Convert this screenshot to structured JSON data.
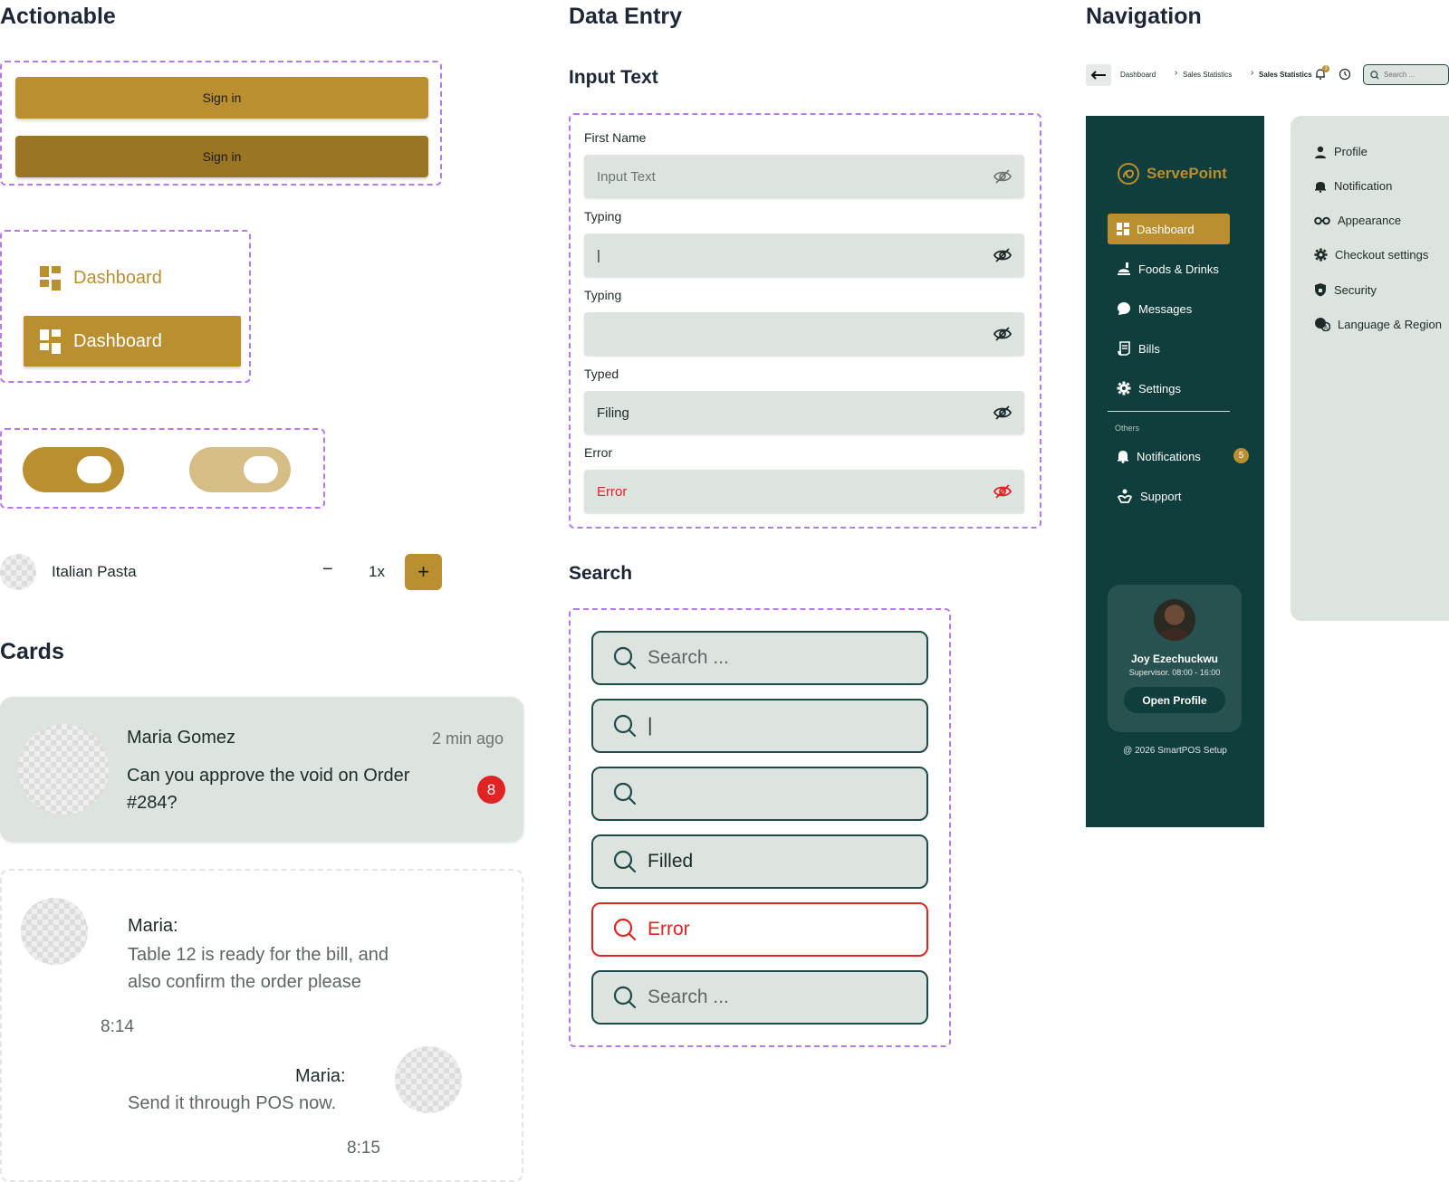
{
  "sections": {
    "actionable": "Actionable",
    "data_entry": "Data Entry",
    "navigation": "Navigation",
    "input_text": "Input Text",
    "search": "Search",
    "cards": "Cards"
  },
  "colors": {
    "gold": "#b98f2f",
    "gold_dark": "#9a7523",
    "gold_light": "#d6bd86",
    "teal_dark": "#0f3e3c",
    "field_bg": "#dde4e0",
    "error": "#e02424",
    "dashed_border": "#b57be8"
  },
  "buttons": {
    "signin_primary": "Sign in",
    "signin_pressed": "Sign in"
  },
  "nav_samples": {
    "dashboard_plain": "Dashboard",
    "dashboard_active": "Dashboard"
  },
  "toggles": [
    {
      "state": "on",
      "enabled": true
    },
    {
      "state": "on",
      "enabled": false
    }
  ],
  "stepper": {
    "item_name": "Italian Pasta",
    "minus": "−",
    "quantity": "1x",
    "plus": "+"
  },
  "input_fields": [
    {
      "label": "First Name",
      "value": "Input Text",
      "state": "placeholder"
    },
    {
      "label": "Typing",
      "value": "|",
      "state": "typing"
    },
    {
      "label": "Typing",
      "value": "",
      "state": "focused"
    },
    {
      "label": "Typed",
      "value": "Filing",
      "state": "filled"
    },
    {
      "label": "Error",
      "value": "Error",
      "state": "error"
    }
  ],
  "search_fields": [
    {
      "value": "Search ...",
      "state": "placeholder"
    },
    {
      "value": "|",
      "state": "typing"
    },
    {
      "value": "",
      "state": "focused"
    },
    {
      "value": "Filled",
      "state": "filled"
    },
    {
      "value": "Error",
      "state": "error"
    },
    {
      "value": "Search ...",
      "state": "placeholder"
    }
  ],
  "message_card": {
    "sender": "Maria Gomez",
    "time": "2 min ago",
    "message": "Can you approve the void on Order #284?",
    "unread_count": "8"
  },
  "chat_card": {
    "incoming_sender": "Maria:",
    "incoming_text": "Table 12 is ready for the bill, and also confirm the order please",
    "incoming_time": "8:14",
    "outgoing_sender": "Maria:",
    "outgoing_text": "Send it through POS now.",
    "outgoing_time": "8:15"
  },
  "breadcrumb": {
    "items": [
      "Dashboard",
      "Sales Statistics",
      "Sales Statistics"
    ],
    "search_placeholder": "Search ...",
    "bell_badge": "3"
  },
  "sidebar": {
    "brand": "ServePoint",
    "items": [
      {
        "label": "Dashboard",
        "icon": "dashboard-icon",
        "active": true
      },
      {
        "label": "Foods & Drinks",
        "icon": "food-icon",
        "active": false
      },
      {
        "label": "Messages",
        "icon": "message-icon",
        "active": false
      },
      {
        "label": "Bills",
        "icon": "bill-icon",
        "active": false
      },
      {
        "label": "Settings",
        "icon": "gear-icon",
        "active": false
      }
    ],
    "others_label": "Others",
    "others": [
      {
        "label": "Notifications",
        "icon": "bell-icon",
        "badge": "5"
      },
      {
        "label": "Support",
        "icon": "support-icon"
      }
    ],
    "profile": {
      "name": "Joy Ezechuckwu",
      "role": "Supervisor. 08:00 - 16:00",
      "button": "Open Profile"
    },
    "footer": "@ 2026 SmartPOS Setup"
  },
  "settings_menu": [
    {
      "label": "Profile",
      "icon": "user-icon"
    },
    {
      "label": "Notification",
      "icon": "bell-icon"
    },
    {
      "label": "Appearance",
      "icon": "glasses-icon"
    },
    {
      "label": "Checkout settings",
      "icon": "gear-icon"
    },
    {
      "label": "Security",
      "icon": "shield-icon"
    },
    {
      "label": "Language & Region",
      "icon": "language-icon"
    }
  ]
}
